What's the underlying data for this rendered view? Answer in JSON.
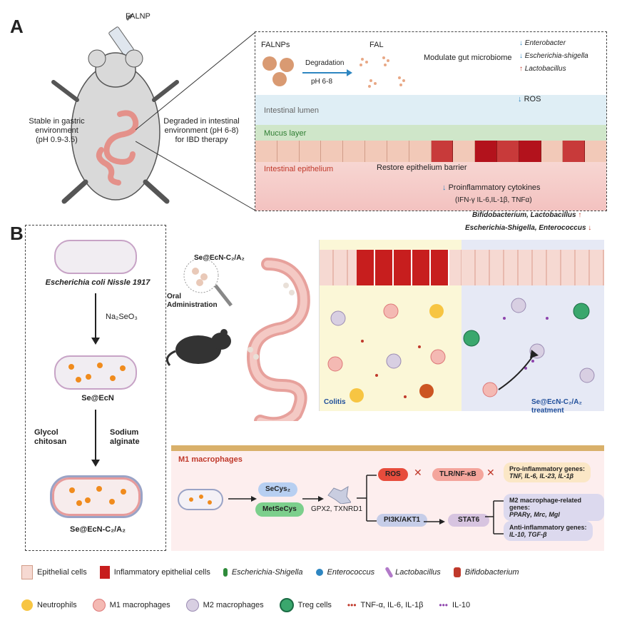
{
  "panelA": {
    "letter": "A",
    "falnp_label": "FALNP",
    "stable_text": [
      "Stable in gastric",
      "environment",
      "(pH 0.9-3.5)"
    ],
    "degraded_text": [
      "Degraded in intestinal",
      "environment (pH 6-8)",
      "for IBD therapy"
    ],
    "falnps_label": "FALNPs",
    "degradation_label": "Degradation",
    "ph_label": "pH 6-8",
    "fal_label": "FAL",
    "modulate_label": "Modulate gut microbiome",
    "bacteria": [
      {
        "name": "Enterobacter",
        "dir": "down"
      },
      {
        "name": "Escherichia-shigella",
        "dir": "down"
      },
      {
        "name": "Lactobacillus",
        "dir": "up"
      }
    ],
    "ros_label": "ROS",
    "lumen_label": "Intestinal lumen",
    "mucus_label": "Mucus layer",
    "epithelium_label": "Intestinal epithelium",
    "restore_label": "Restore epithelium barrier",
    "cytokines_label": "Proinflammatory cytokines",
    "cytokines_list": "(IFN-γ IL-6,IL-1β, TNFα)"
  },
  "panelB": {
    "letter": "B",
    "top_right_up": "Bifidobacterium, Lactobacillus",
    "top_right_down": "Escherichia-Shigella, Enterococcus",
    "ecn_label": "Escherichia coli Nissle 1917",
    "na2seo3_label": "Na₂SeO₃",
    "se_ecn_label": "Se@EcN",
    "glycol_label": [
      "Glycol",
      "chitosan"
    ],
    "alginate_label": [
      "Sodium",
      "alginate"
    ],
    "final_label": "Se@EcN-C₂/A₂",
    "se_ecn_ca_label": "Se@EcN-C₂/A₂",
    "oral_label": [
      "Oral",
      "Administration"
    ],
    "colitis_label": "Colitis",
    "treatment_label": "Se@EcN-C₂/A₂ treatment",
    "m1_label": "M1 macrophages",
    "secys2": "SeCys₂",
    "metsecys": "MetSeCys",
    "gpx_label": "GPX2, TXNRD1",
    "ros_label": "ROS",
    "tlr_label": "TLR/NF-κB",
    "pi3k_label": "PI3K/AKT1",
    "stat6_label": "STAT6",
    "pro_inflam_title": "Pro-inflammatory genes:",
    "pro_inflam_genes": "TNF, IL-6, IL-23, IL-1β",
    "m2_genes_title": "M2 macrophage-related genes:",
    "m2_genes": "PPARγ, Mrc, Mgl",
    "anti_inflam_title": "Anti-inflammatory genes:",
    "anti_inflam_genes": "IL-10, TGF-β"
  },
  "legend": [
    {
      "icon": "epithelial-cell-icon",
      "label": "Epithelial cells"
    },
    {
      "icon": "inflammatory-epithelial-cell-icon",
      "label": "Inflammatory epithelial cells"
    },
    {
      "icon": "escherichia-shigella-icon",
      "label": "Escherichia-Shigella"
    },
    {
      "icon": "enterococcus-icon",
      "label": "Enterococcus"
    },
    {
      "icon": "lactobacillus-icon",
      "label": "Lactobacillus"
    },
    {
      "icon": "bifidobacterium-icon",
      "label": "Bifidobacterium"
    },
    {
      "icon": "neutrophil-icon",
      "label": "Neutrophils"
    },
    {
      "icon": "m1-macrophage-icon",
      "label": "M1 macrophages"
    },
    {
      "icon": "m2-macrophage-icon",
      "label": "M2 macrophages"
    },
    {
      "icon": "treg-cell-icon",
      "label": "Treg cells"
    },
    {
      "icon": "tnf-il6-il1b-icon",
      "label": "TNF-α, IL-6, IL-1β"
    },
    {
      "icon": "il10-icon",
      "label": "IL-10"
    }
  ],
  "colors": {
    "lumen": "#dfeef5",
    "mucus": "#cfe6c9",
    "epithelium": "#f7d6d2",
    "inflamed": "#b3121c",
    "colitis_bg": "#fbf7d7",
    "treat_bg": "#e6e9f5",
    "m1_bg": "#fdeeee",
    "accent_red": "#c0392b",
    "accent_blue": "#2e86c1"
  }
}
